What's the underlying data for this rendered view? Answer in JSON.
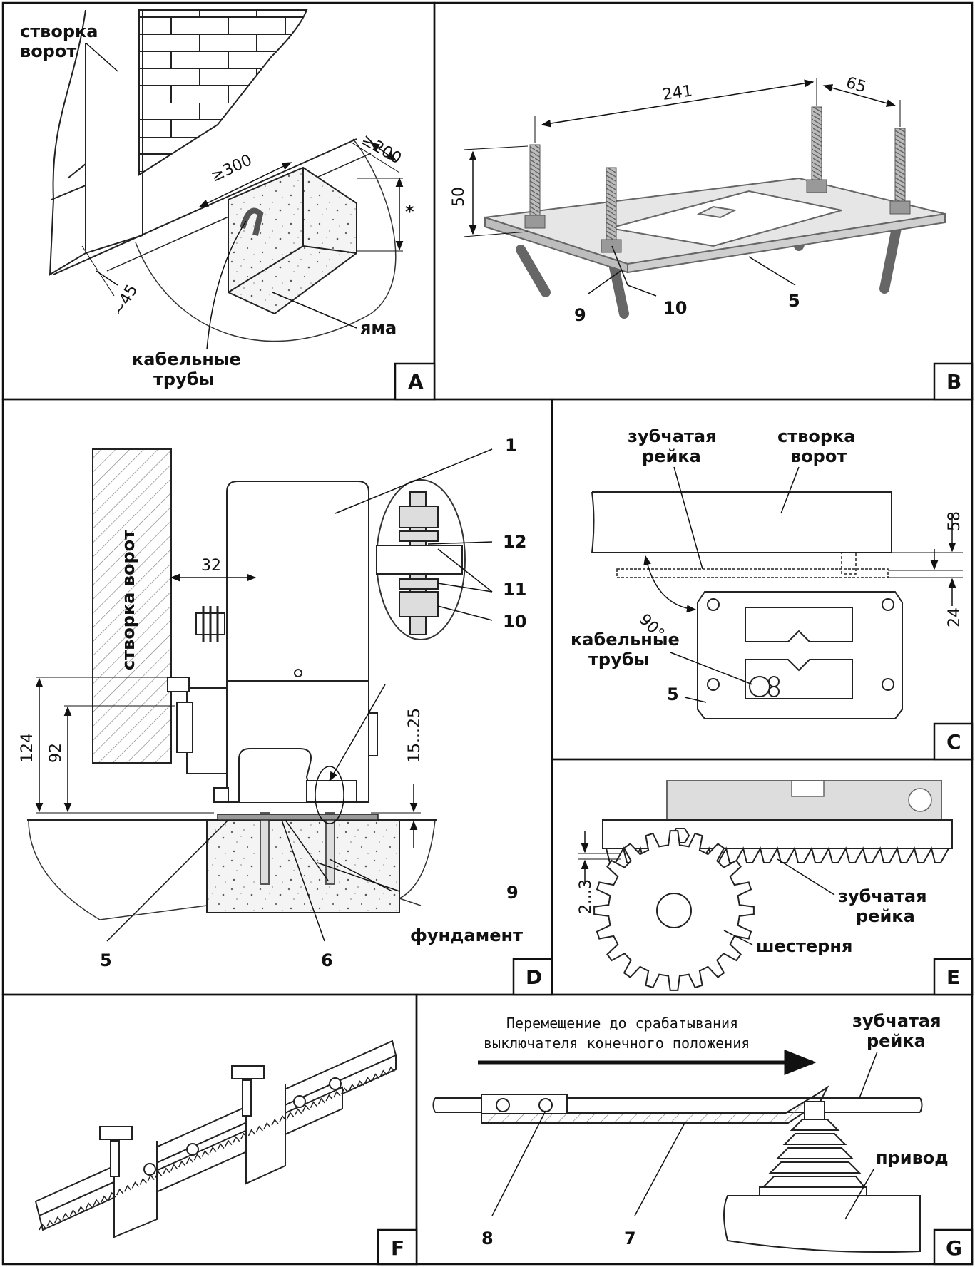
{
  "panels": {
    "A": {
      "tag": "A",
      "labels": {
        "gate_leaf": [
          "створка",
          "ворот"
        ],
        "cable_pipes": [
          "кабельные",
          "трубы"
        ],
        "pit": "яма"
      },
      "dims": {
        "width_min": "≥300",
        "depth_min": "≥200",
        "offset": "~45",
        "height": "*"
      }
    },
    "B": {
      "tag": "B",
      "dims": {
        "length": "241",
        "width": "65",
        "height": "50"
      },
      "callouts": {
        "anchor": "9",
        "nuts": "10",
        "plate": "5"
      }
    },
    "C": {
      "tag": "C",
      "labels": {
        "rack": [
          "зубчатая",
          "рейка"
        ],
        "gate_leaf": [
          "створка",
          "ворот"
        ],
        "cable_pipes": [
          "кабельные",
          "трубы"
        ],
        "plate": "5"
      },
      "dims": {
        "top": "58",
        "bottom": "24",
        "angle": "90°"
      }
    },
    "D": {
      "tag": "D",
      "labels": {
        "gate_leaf": "створка ворот",
        "foundation": "фундамент"
      },
      "dims": {
        "gap": "32",
        "h1": "124",
        "h2": "92",
        "adjust": "15...25"
      },
      "callouts": {
        "drive": "1",
        "washer": "12",
        "washers": "11",
        "nut": "10",
        "anchor": "9",
        "plate": "5",
        "base": "6"
      }
    },
    "E": {
      "tag": "E",
      "labels": {
        "rack": [
          "зубчатая",
          "рейка"
        ],
        "gear": "шестерня"
      },
      "dims": {
        "clearance": "2...3"
      }
    },
    "F": {
      "tag": "F"
    },
    "G": {
      "tag": "G",
      "labels": {
        "caption": [
          "Перемещение до срабатывания",
          "выключателя конечного положения"
        ],
        "rack": [
          "зубчатая",
          "рейка"
        ],
        "drive": "привод"
      },
      "callouts": {
        "cam": "8",
        "bar": "7"
      }
    }
  }
}
